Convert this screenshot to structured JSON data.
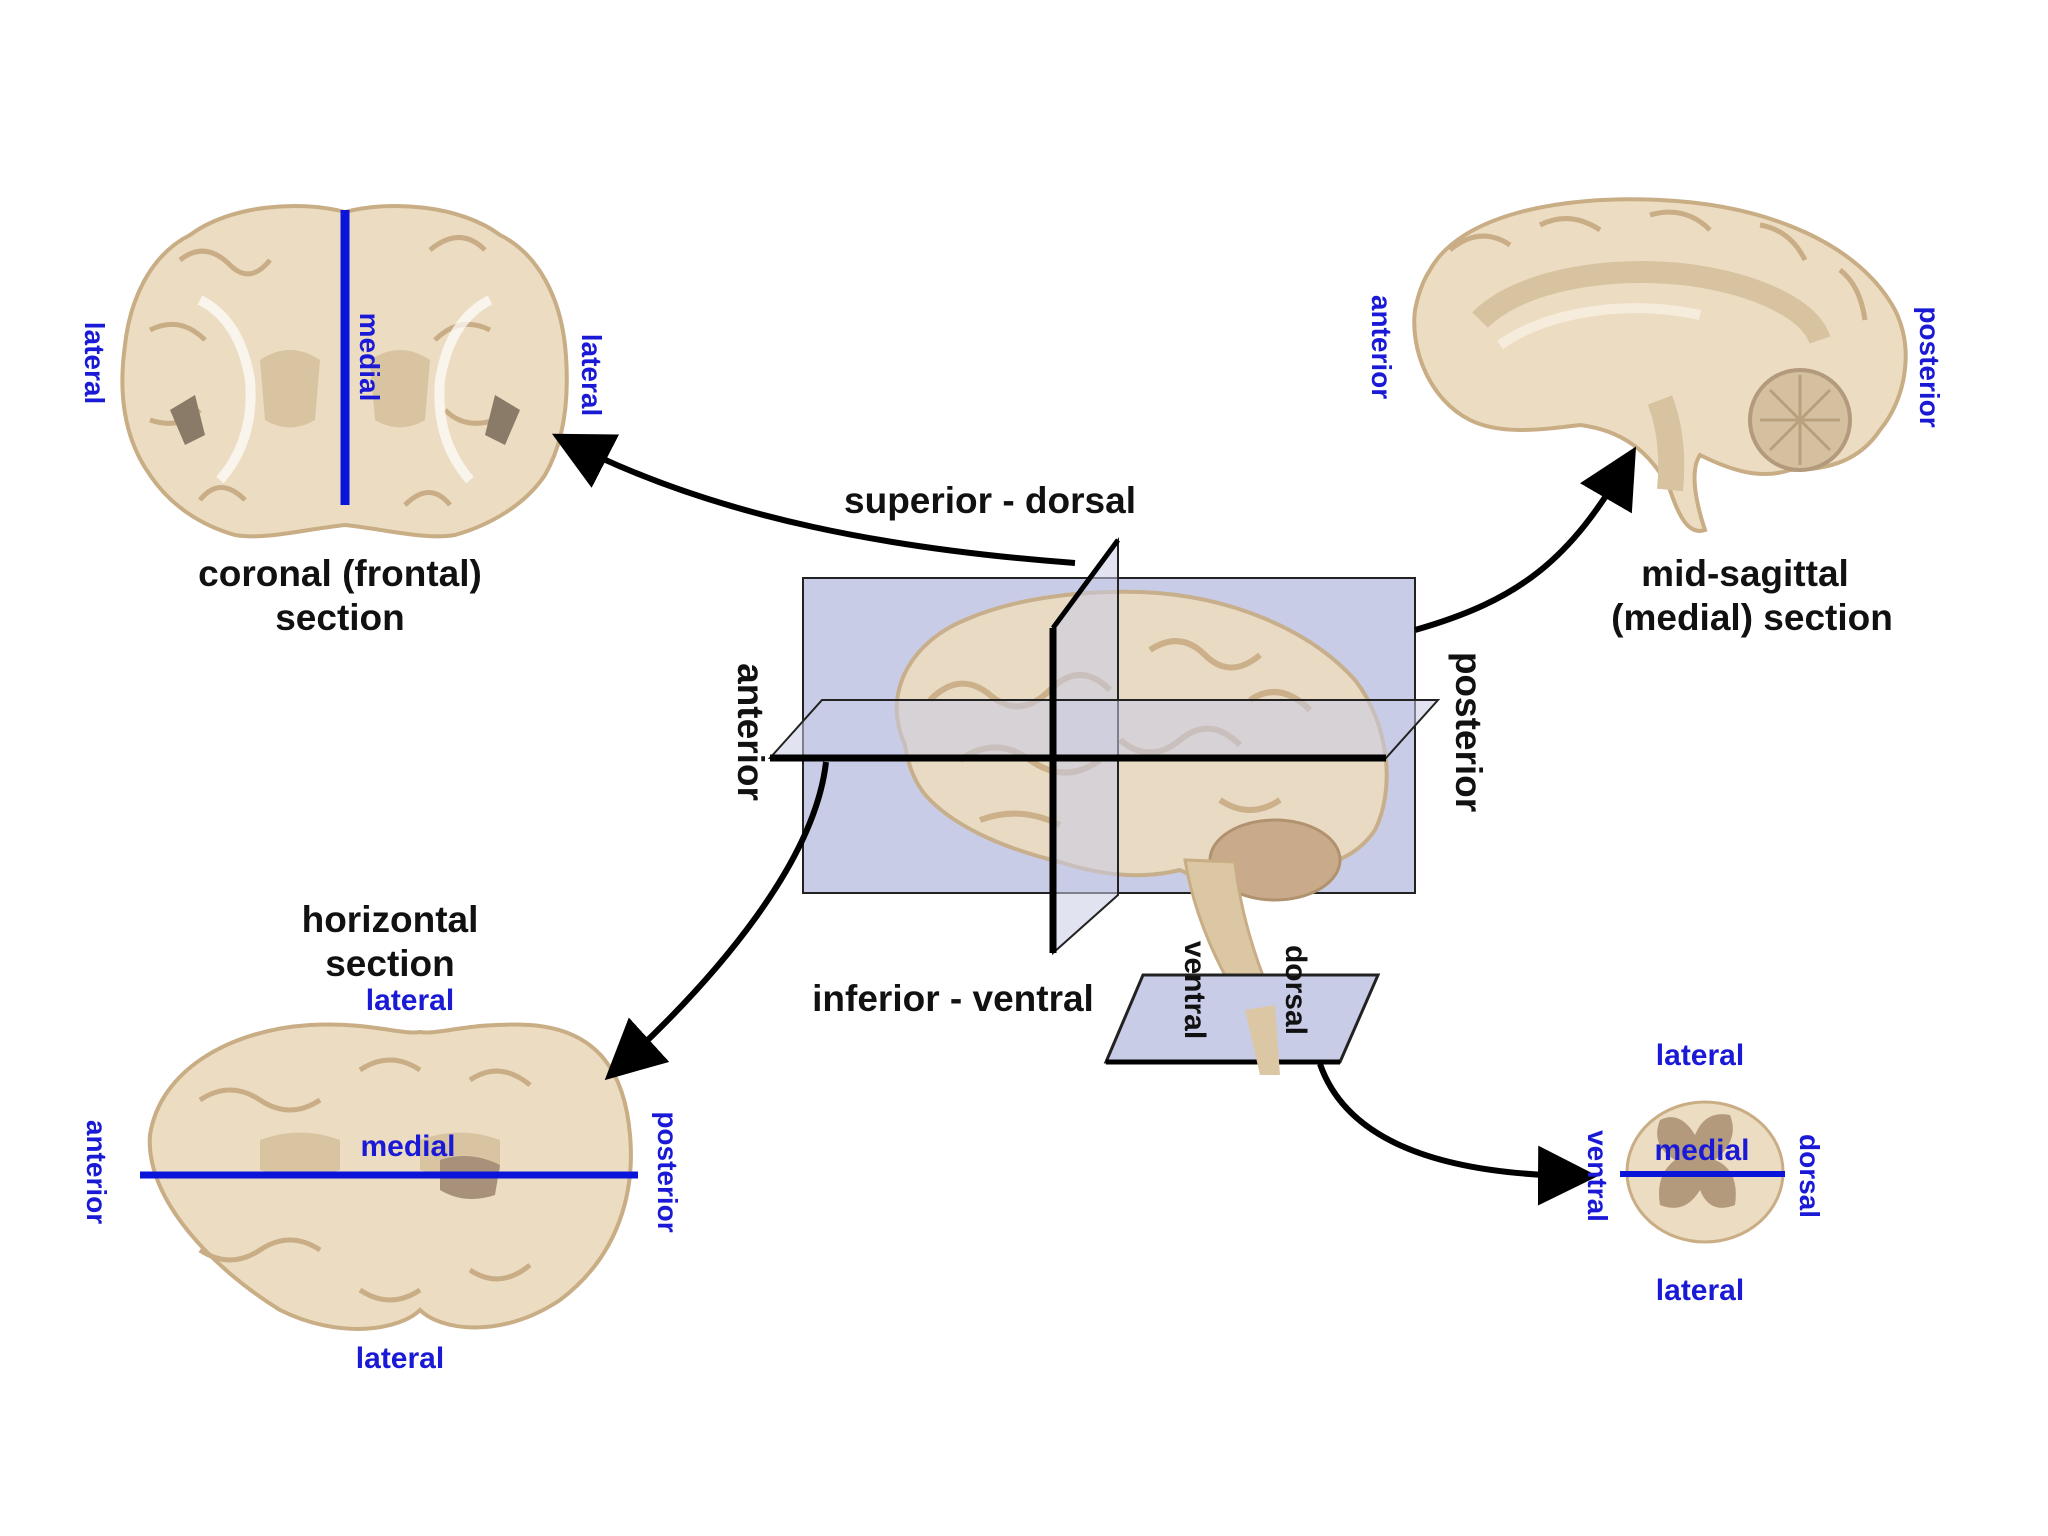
{
  "colors": {
    "plane_fill": "#c9cce6",
    "plane_stroke": "#222222",
    "brain_tissue": "#ecdcc2",
    "brain_gyri": "#d9c4a2",
    "brain_outline": "#bfa57f",
    "grey_matter": "#b39a7c",
    "blue_line": "#0b14d9",
    "blue_text": "#1a1ad6",
    "arrow": "#000000"
  },
  "center": {
    "superior_label": "superior - dorsal",
    "inferior_label": "inferior - ventral",
    "anterior_label": "anterior",
    "posterior_label": "posterior",
    "spinal_ventral": "ventral",
    "spinal_dorsal": "dorsal"
  },
  "coronal": {
    "title_line1": "coronal (frontal)",
    "title_line2": "section",
    "left_label": "lateral",
    "right_label": "lateral",
    "center_label": "medial"
  },
  "sagittal": {
    "title_line1": "mid-sagittal",
    "title_line2": "(medial) section",
    "left_label": "anterior",
    "right_label": "posterior"
  },
  "horizontal": {
    "title_line1": "horizontal",
    "title_line2": "section",
    "top_label": "lateral",
    "bottom_label": "lateral",
    "left_label": "anterior",
    "right_label": "posterior",
    "center_label": "medial"
  },
  "spinal": {
    "top_label": "lateral",
    "bottom_label": "lateral",
    "left_label": "ventral",
    "right_label": "dorsal",
    "center_label": "medial"
  }
}
